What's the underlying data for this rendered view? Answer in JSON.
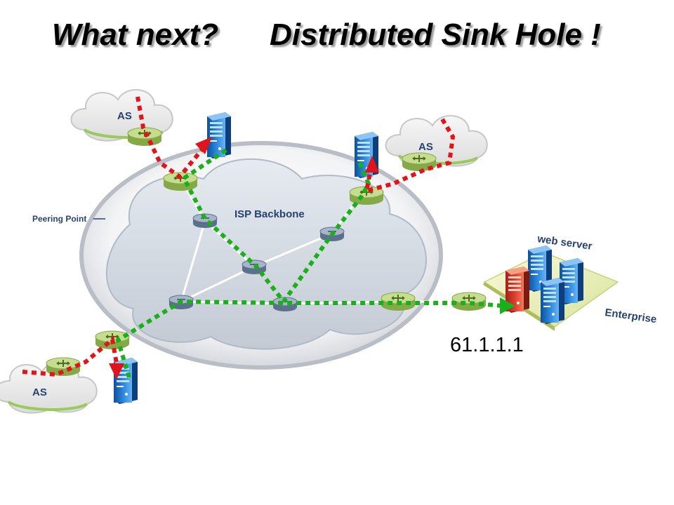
{
  "title": {
    "left": "What next?",
    "right": "Distributed Sink Hole !"
  },
  "labels": {
    "as": "AS",
    "isp_backbone": "ISP Backbone",
    "peering_point": "Peering Point",
    "web_server": "web server",
    "enterprise": "Enterprise",
    "ip_address": "61.1.1.1"
  },
  "colors": {
    "attack_path": "#e0141b",
    "clean_path": "#1ab01a",
    "router_green": "#a9c864",
    "router_blue": "#7c93ad",
    "server_blue": "#1f72c4",
    "server_red": "#d9352a",
    "label_navy": "#27426f"
  }
}
